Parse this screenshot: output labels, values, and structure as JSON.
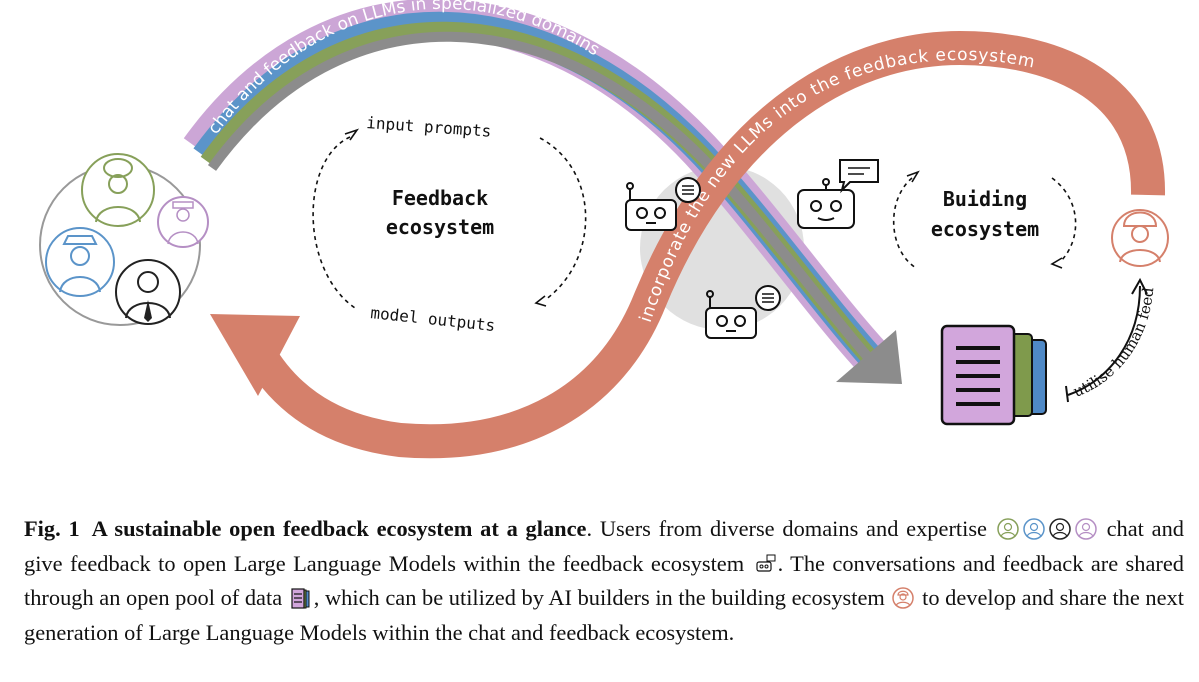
{
  "diagram": {
    "feedback_ecosystem_label": [
      "Feedback",
      "ecosystem"
    ],
    "input_prompts": "input prompts",
    "model_outputs": "model outputs",
    "building_ecosystem_label": [
      "Buiding",
      "ecosystem"
    ],
    "top_arc_text": "chat and feedback on LLMs in specialized domains",
    "right_arc_text": "incorporate the new LLMs into the feedback ecosystem",
    "utilise_text": "utilise human feedback",
    "colors": {
      "salmon": "#d5806b",
      "purple": "#cca6d6",
      "blue": "#5b94c9",
      "green": "#87a05a",
      "grey": "#8c8c8c",
      "circle_fill": "#dedede",
      "doc_purple": "#d2a6dc",
      "doc_green": "#7f9a4c",
      "doc_blue": "#4f89c6"
    },
    "icons": [
      "chef-icon",
      "captain-icon",
      "pilot-icon",
      "businessman-icon",
      "robot-icon",
      "worker-icon",
      "document-stack-icon"
    ]
  },
  "caption": {
    "label": "Fig. 1",
    "title": "A sustainable open feedback ecosystem at a glance",
    "seg1": ". Users from diverse domains and expertise",
    "seg2": "chat and give feedback to open Large Language Models within the feedback ecosystem",
    "seg3": ". The conversations and feedback are shared through an open pool of data",
    "seg4": ", which can be utilized by AI builders in the building ecosystem",
    "seg5": "to develop and share the next generation of Large Language Models within the chat and feedback ecosystem."
  }
}
